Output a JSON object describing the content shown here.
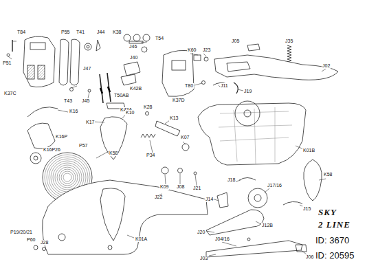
{
  "diagram": {
    "labels": [
      "T84",
      "P51",
      "P55",
      "T41",
      "J44",
      "K38",
      "T54",
      "J05",
      "J35",
      "K37C",
      "J46",
      "J40",
      "J47",
      "K42B",
      "T50AB",
      "K60",
      "J23",
      "T80",
      "J11",
      "J19",
      "J02",
      "T43",
      "J45",
      "K42A",
      "K37D",
      "K16",
      "K17",
      "K10",
      "K28",
      "K13",
      "K16P",
      "K16P26",
      "P57",
      "K58",
      "P34",
      "K07",
      "K01B",
      "K58",
      "J18",
      "J17/16",
      "J15",
      "K09",
      "J08",
      "J21",
      "J22",
      "J14",
      "J12B",
      "J20",
      "K01A",
      "P19/20/21",
      "P60",
      "J28",
      "J04/16",
      "J03",
      "J06",
      "SKY",
      "2 LINE",
      "ID: 3670",
      "ID: 20595"
    ]
  }
}
